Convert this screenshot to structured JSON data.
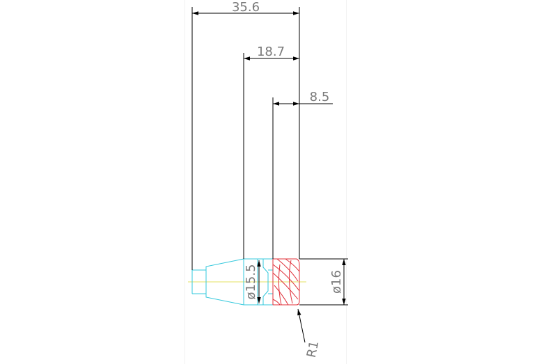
{
  "colors": {
    "dimension": "#000000",
    "dimension_text": "#7a7a7a",
    "shank": "#33c8dc",
    "flutes": "#e0303a",
    "centerline": "#e6e060",
    "background": "#ffffff"
  },
  "dimensions": {
    "overall_length": "35.6",
    "flute_section_length": "18.7",
    "tip_length": "8.5",
    "neck_diameter": "ø15.5",
    "tool_diameter": "ø16",
    "corner_radius": "R1"
  }
}
